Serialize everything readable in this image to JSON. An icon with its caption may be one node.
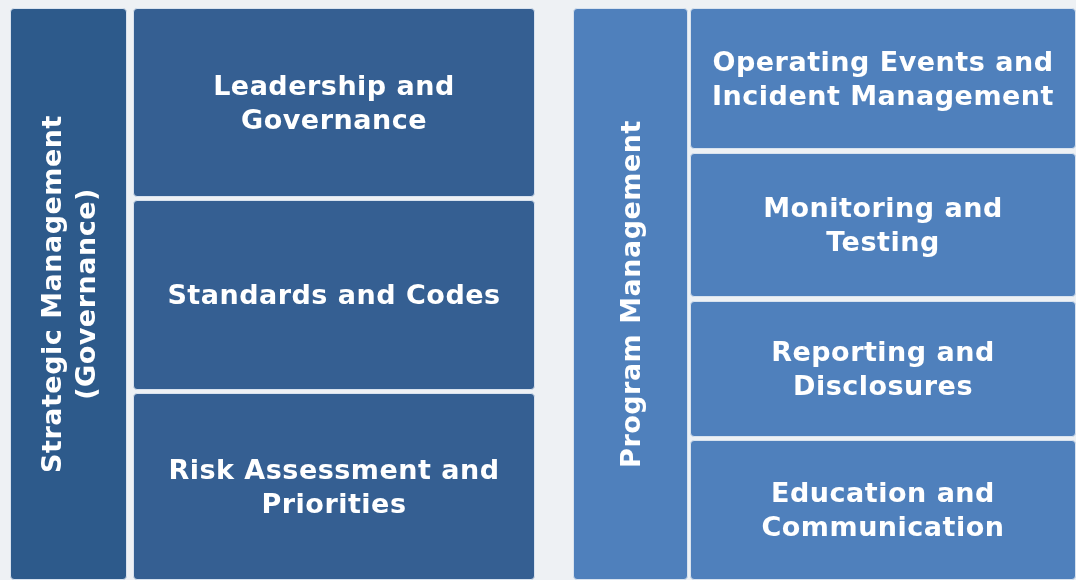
{
  "diagram": {
    "nodes": [
      {
        "text": [
          "Strategic Management (Governance)"
        ]
      },
      {
        "text": [
          "Leadership and Governance"
        ]
      },
      {
        "text": [
          "Standards and Codes"
        ]
      },
      {
        "text": [
          "Risk Assessment and Priorities"
        ]
      },
      {
        "text": [
          "Program Management"
        ]
      },
      {
        "text": [
          "Operating Events and Incident Management"
        ]
      },
      {
        "text": [
          "Monitoring and Testing"
        ]
      },
      {
        "text": [
          "Reporting and Disclosures"
        ]
      },
      {
        "text": [
          "Education and Communication"
        ]
      }
    ]
  }
}
